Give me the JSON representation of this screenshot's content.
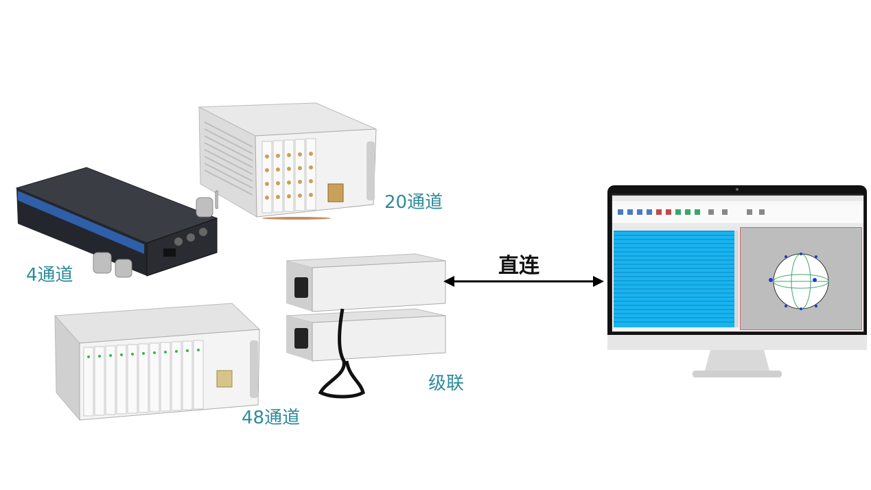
{
  "labels": {
    "ch20": "20通道",
    "ch4": "4通道",
    "ch48": "48通道",
    "cascade": "级联",
    "direct": "直连"
  },
  "colors": {
    "label": "#2e8b9a",
    "table_bg": "#19b4f0",
    "plot_bg": "#bdbdbd"
  }
}
